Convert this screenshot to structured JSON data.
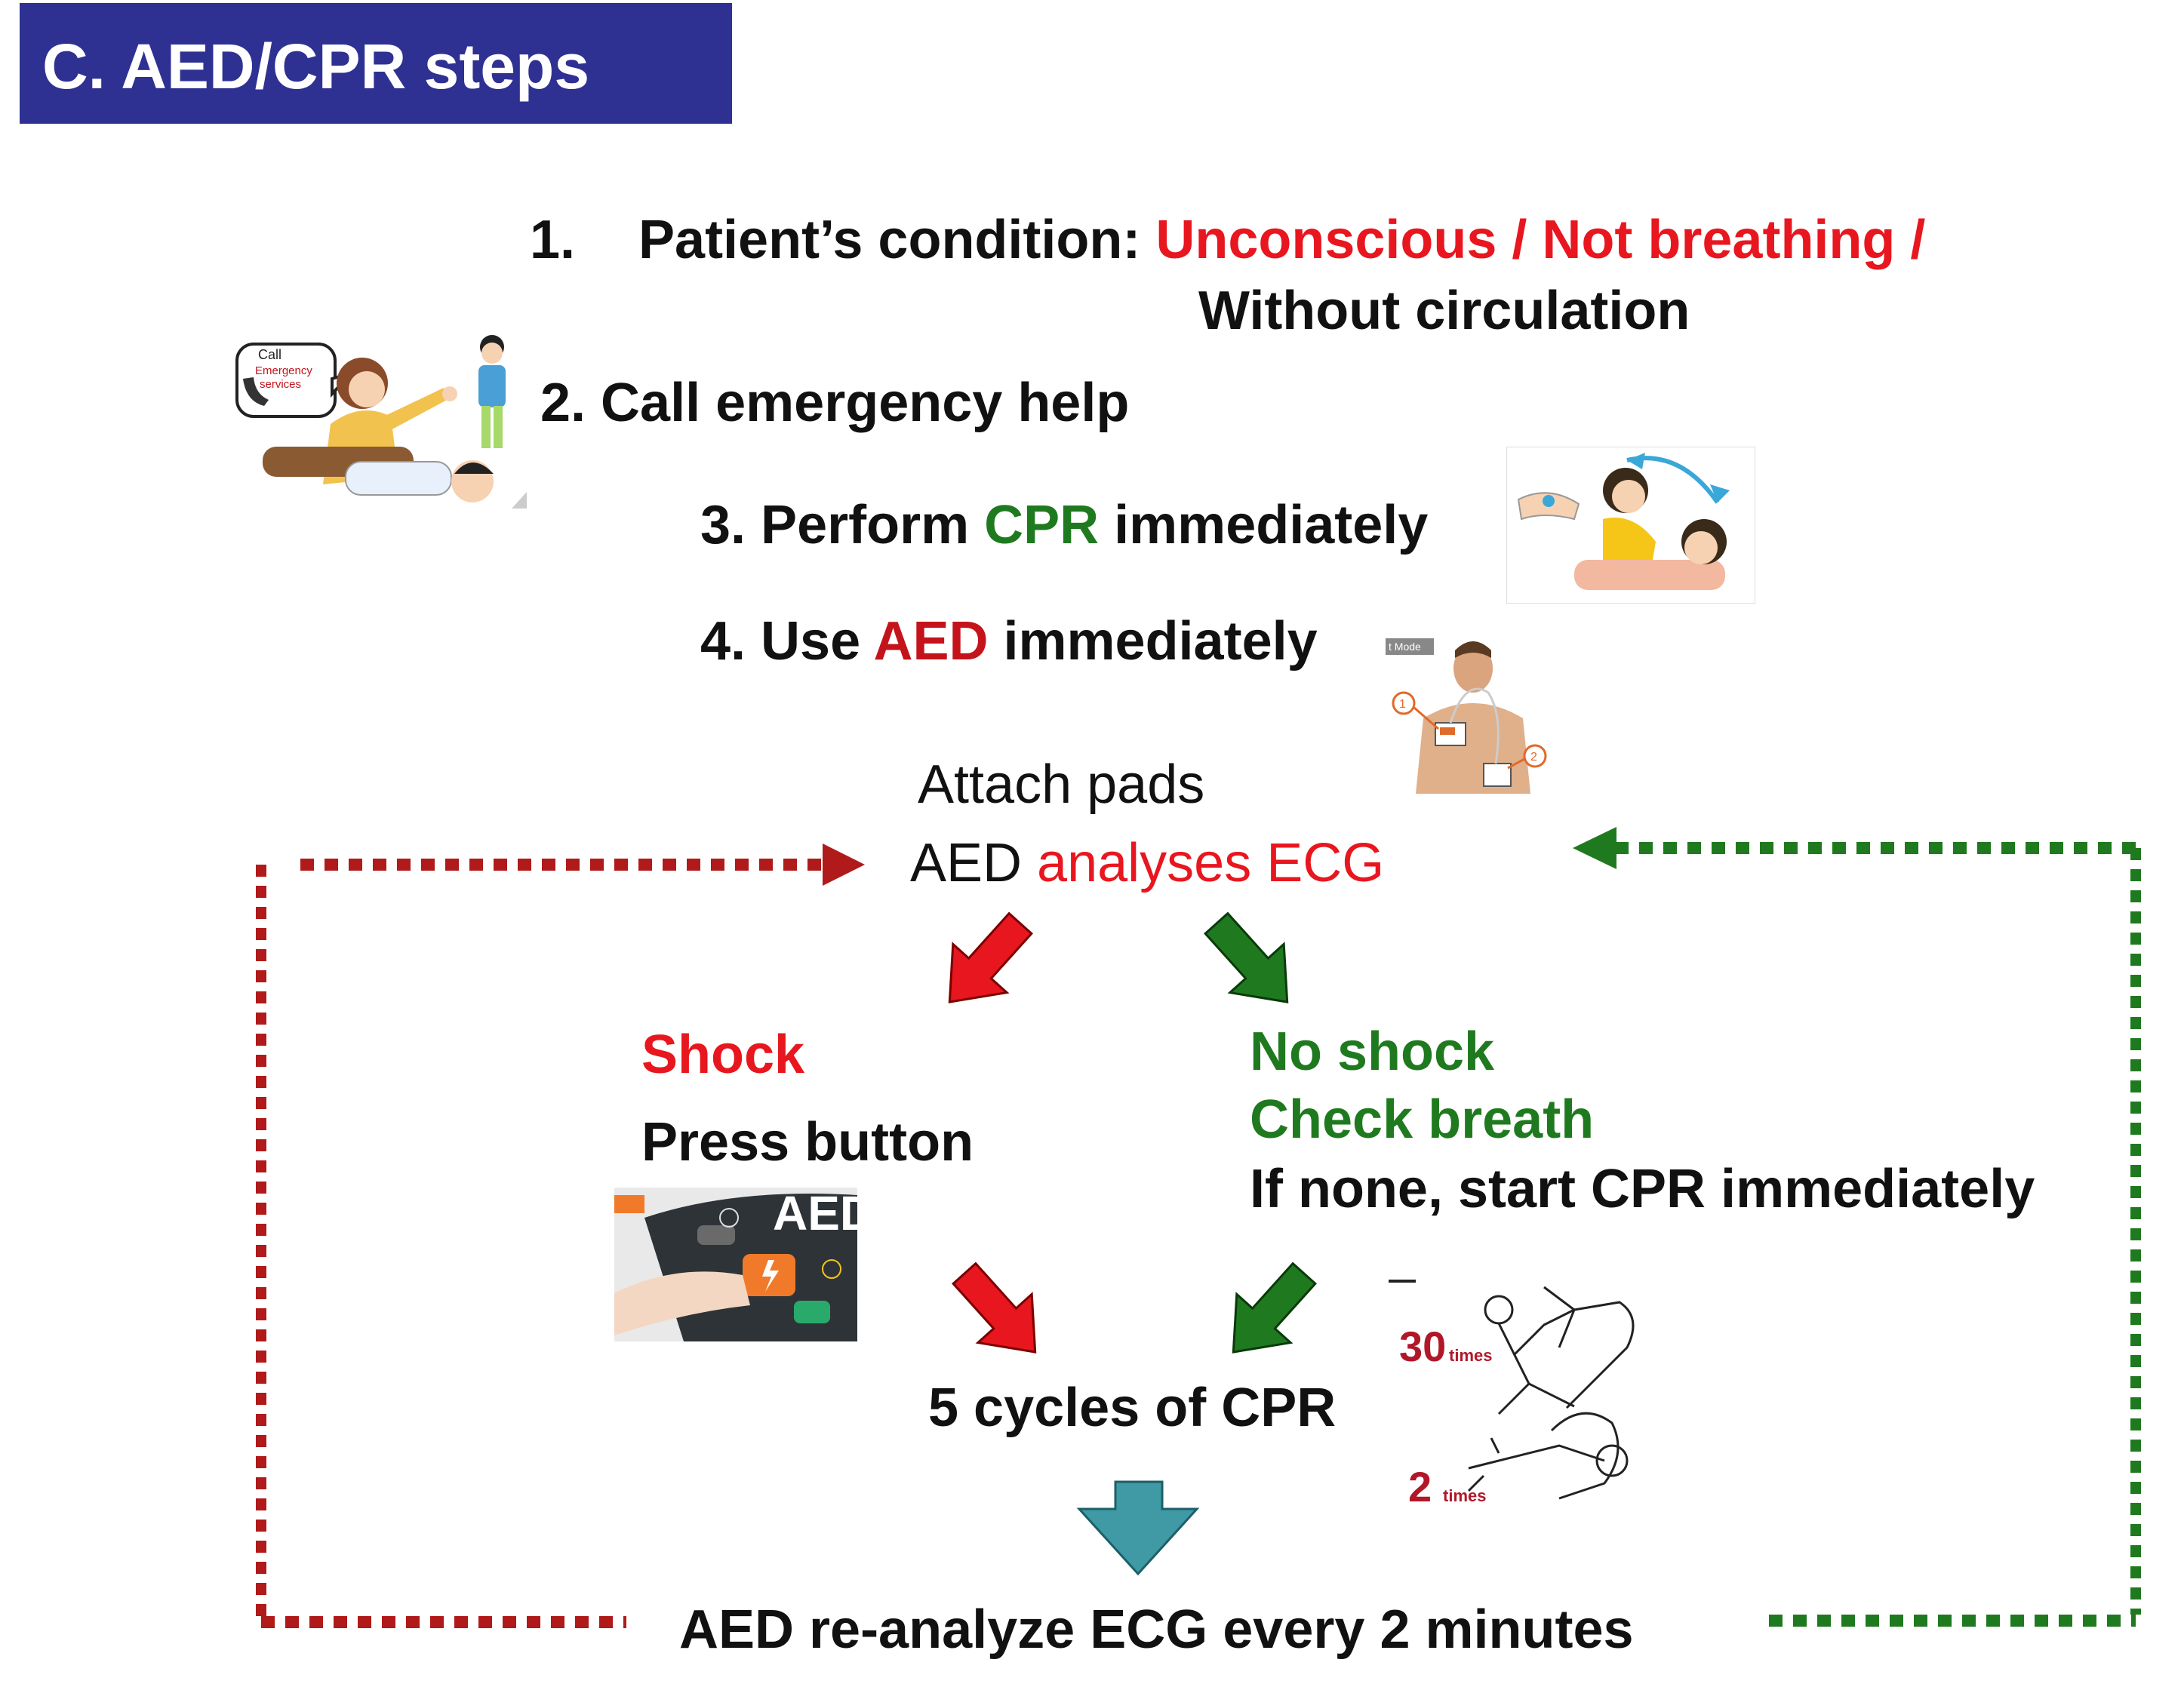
{
  "header": {
    "title": "C. AED/CPR steps"
  },
  "steps": {
    "step1": {
      "number": "1.",
      "label": "Patient’s condition: ",
      "condition_red": "Unconscious / Not breathing /",
      "condition_line2": "Without circulation"
    },
    "step2": {
      "label": "2. Call emergency help"
    },
    "step3": {
      "prefix": "3. Perform ",
      "highlight": "CPR",
      "suffix": " immediately"
    },
    "step4": {
      "prefix": "4. Use ",
      "highlight": "AED",
      "suffix": " immediately"
    }
  },
  "flow": {
    "attach_pads": "Attach pads",
    "analyse_prefix": "AED ",
    "analyse_highlight": "analyses ECG",
    "shock_title": "Shock",
    "shock_action": "Press button",
    "no_shock_title": "No shock",
    "no_shock_check": "Check breath",
    "no_shock_action": "If none, start CPR immediately",
    "cycles": "5 cycles of CPR",
    "reanalyze": "AED re-analyze ECG every 2 minutes"
  },
  "illustrations": {
    "call_bubble_line1": "Call",
    "call_bubble_line2": "Emergency",
    "call_bubble_line3": "services",
    "aed_device_label": "AED",
    "aed_mode_tag": "t Mode",
    "pad_marker_1": "1",
    "pad_marker_2": "2",
    "cpr_compressions_count": "30",
    "cpr_compressions_unit": "times",
    "cpr_breaths_count": "2",
    "cpr_breaths_unit": "times"
  },
  "colors": {
    "header_bg": "#2e3192",
    "red_accent": "#e8161e",
    "dark_red": "#c4131b",
    "green": "#1f7a1f",
    "loop_red": "#b01a1a",
    "loop_green": "#1f7a1f",
    "down_arrow": "#3f9aa5"
  }
}
